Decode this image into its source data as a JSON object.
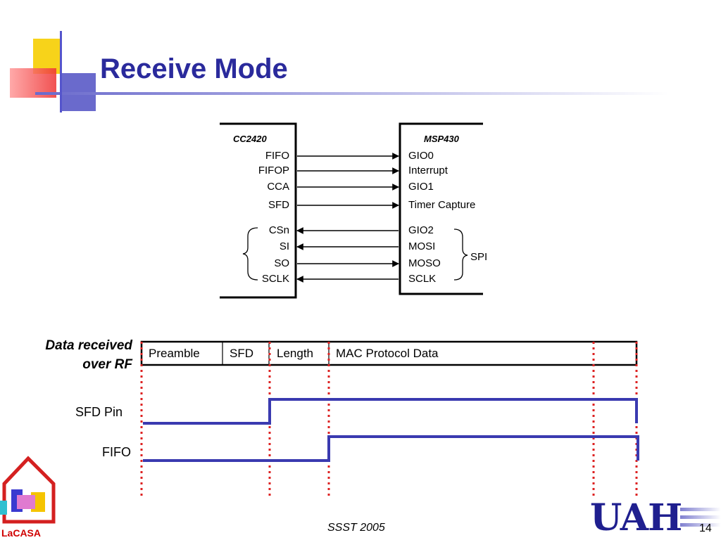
{
  "slide": {
    "title": "Receive Mode",
    "footer": "SSST 2005",
    "page_number": "14"
  },
  "interface": {
    "left_chip": "CC2420",
    "right_chip": "MSP430",
    "spi_label": "SPI",
    "connections": [
      {
        "left": "FIFO",
        "right": "GIO0",
        "direction": "to-right"
      },
      {
        "left": "FIFOP",
        "right": "Interrupt",
        "direction": "to-right"
      },
      {
        "left": "CCA",
        "right": "GIO1",
        "direction": "to-right"
      },
      {
        "left": "SFD",
        "right": "Timer Capture",
        "direction": "to-right"
      },
      {
        "left": "CSn",
        "right": "GIO2",
        "direction": "to-left"
      },
      {
        "left": "SI",
        "right": "MOSI",
        "direction": "to-left"
      },
      {
        "left": "SO",
        "right": "MOSO",
        "direction": "to-right"
      },
      {
        "left": "SCLK",
        "right": "SCLK",
        "direction": "to-left"
      }
    ]
  },
  "timing": {
    "rf_label_line1": "Data received",
    "rf_label_line2": "over RF",
    "frame_fields": [
      "Preamble",
      "SFD",
      "Length",
      "MAC Protocol Data"
    ],
    "sfd_pin_label": "SFD Pin",
    "fifo_label": "FIFO"
  },
  "logos": {
    "left_logo_text": "LaCASA",
    "right_logo_text": "UAH"
  },
  "colors": {
    "title": "#2a2a9c",
    "signal_wave": "#3a3ab0",
    "marker_dots": "#dd2222",
    "deco_yellow": "#f7d31a",
    "deco_red": "#ee4444",
    "deco_blue": "#5555cc"
  }
}
